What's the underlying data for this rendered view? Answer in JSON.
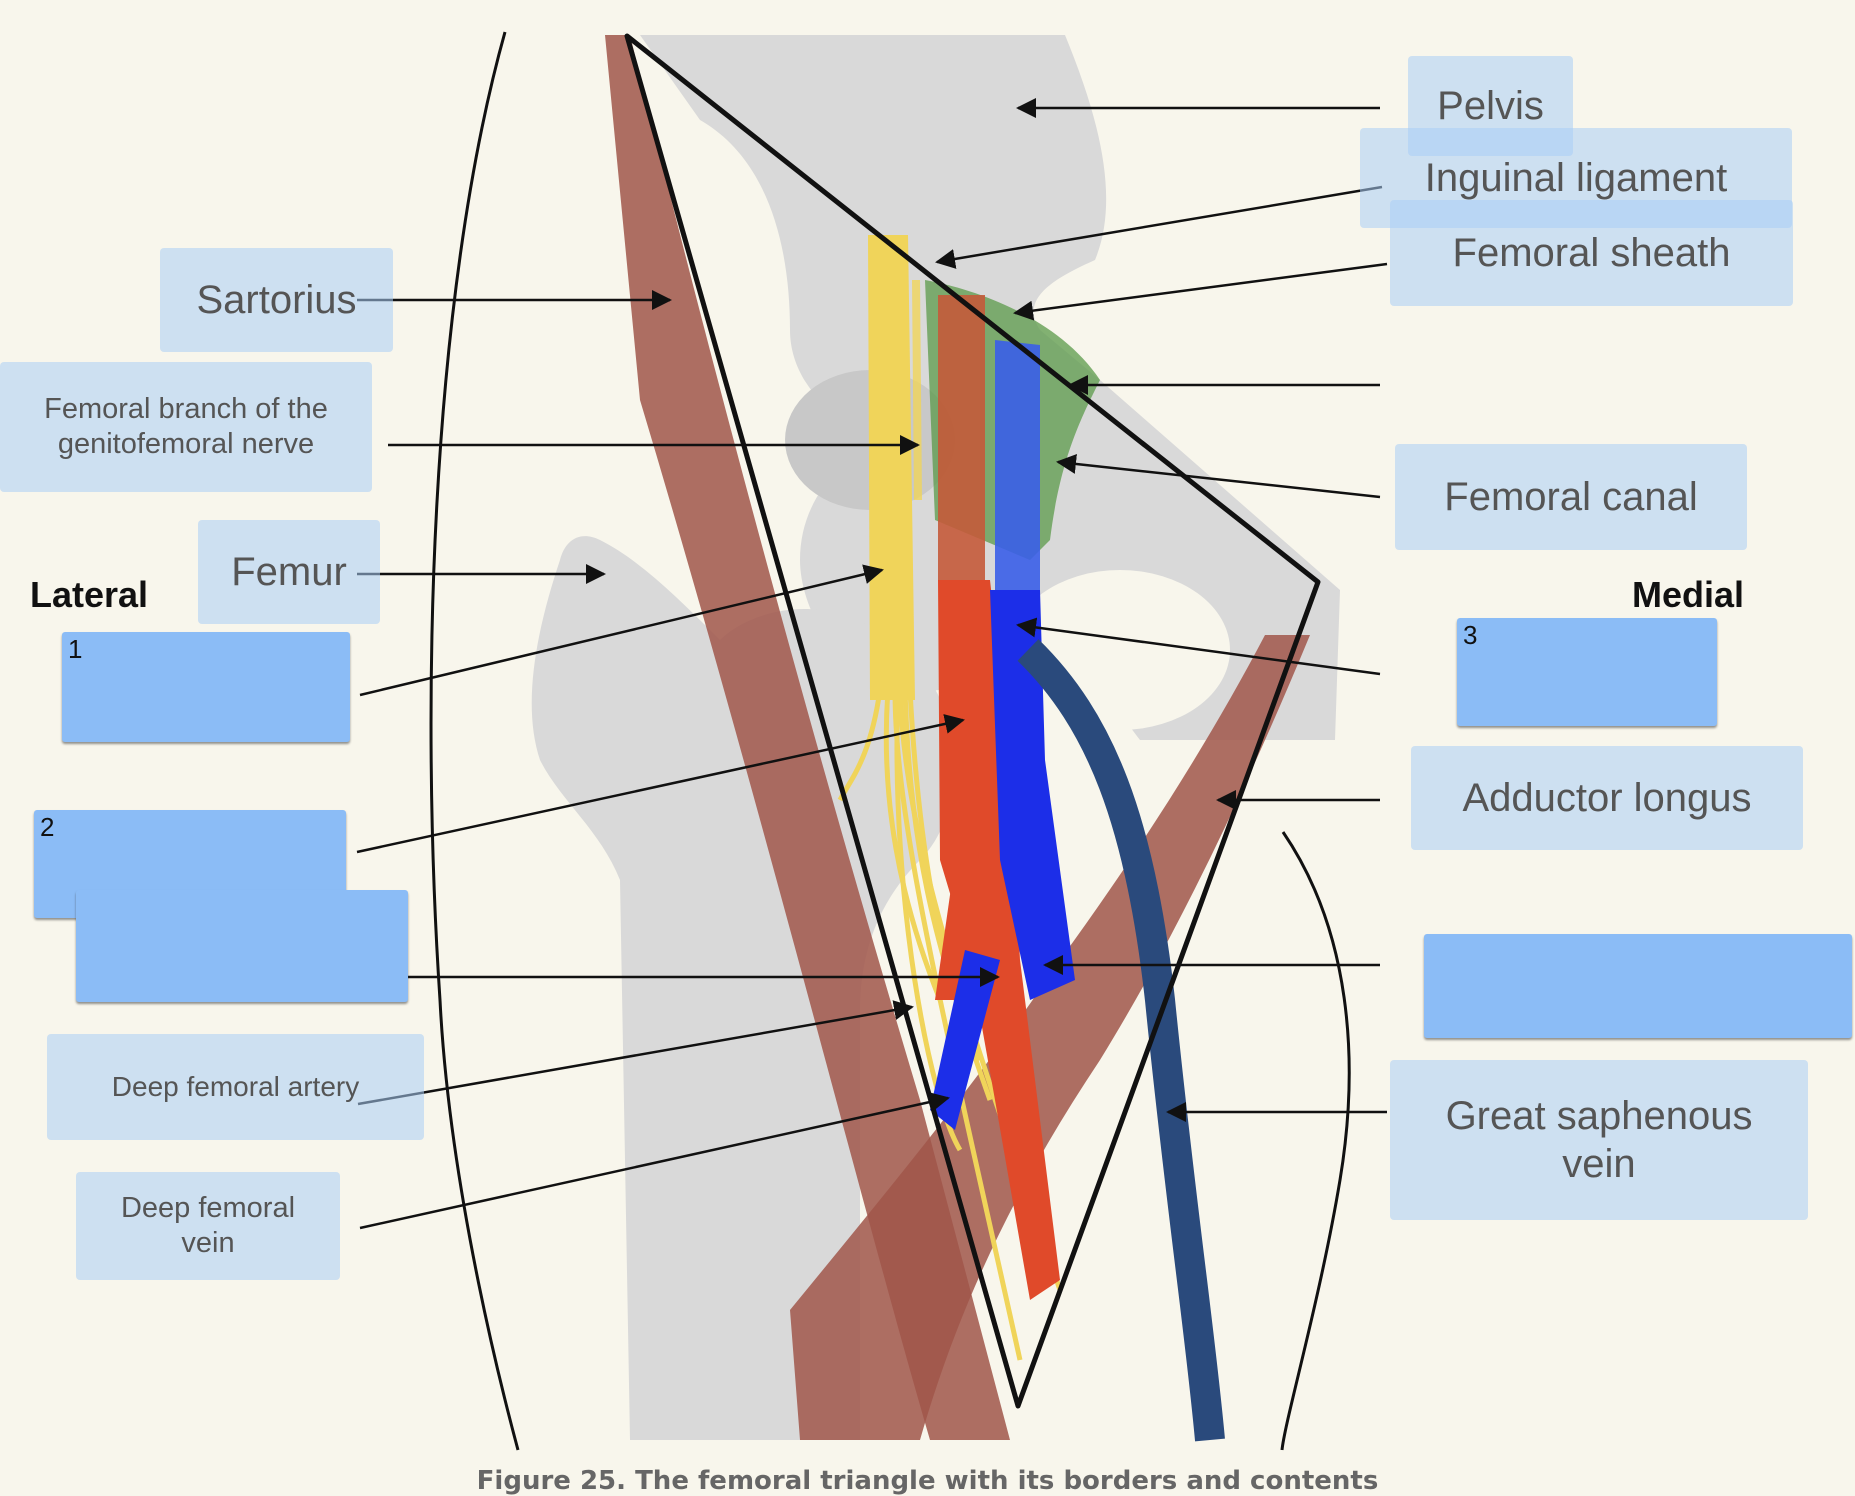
{
  "labels": {
    "pelvis": "Pelvis",
    "inguinal_ligament": "Inguinal ligament",
    "femoral_sheath": "Femoral sheath",
    "sartorius": "Sartorius",
    "femoral_branch_line1": "Femoral branch of the",
    "femoral_branch_line2": "genitofemoral nerve",
    "femur": "Femur",
    "femoral_canal": "Femoral canal",
    "adductor_longus": "Adductor longus",
    "deep_femoral_artery": "Deep femoral artery",
    "deep_femoral_vein_line1": "Deep femoral",
    "deep_femoral_vein_line2": "vein",
    "great_saphenous_line1": "Great saphenous",
    "great_saphenous_line2": "vein"
  },
  "sides": {
    "lateral": "Lateral",
    "medial": "Medial"
  },
  "drop_zones": [
    {
      "number": "1"
    },
    {
      "number": "2"
    },
    {
      "number": "3"
    }
  ],
  "caption": "Figure 25. The femoral triangle with its borders and contents",
  "colors": {
    "background": "#f8f6ec",
    "bone": "#d9d9d9",
    "muscle": "#a0564a",
    "nerve": "#f0d45a",
    "artery": "#e04a2a",
    "vein": "#1c2ee8",
    "saphenous_vein": "#2a4a7c",
    "sheath": "#5b9a4a",
    "label_box": "#aacdf5",
    "drop_zone": "#8bbcf6"
  }
}
